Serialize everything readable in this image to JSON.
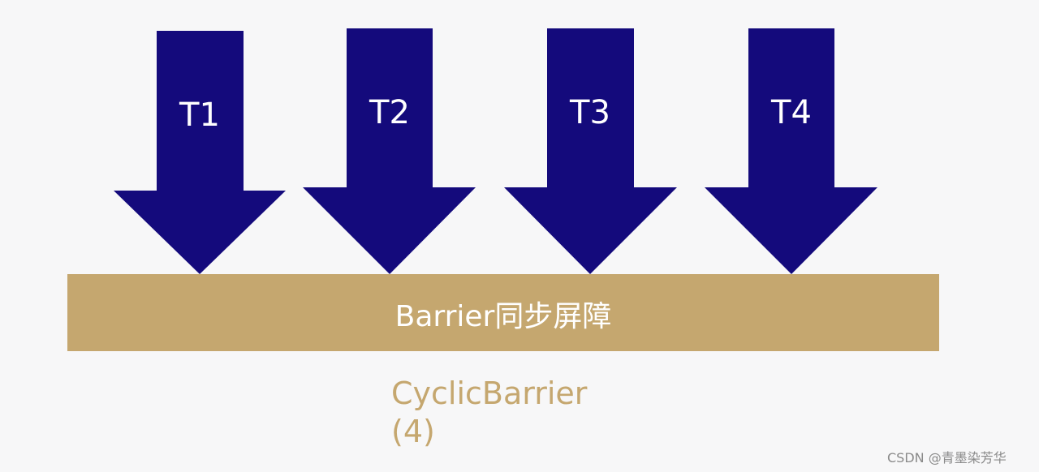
{
  "diagram": {
    "arrows": [
      {
        "label": "T1"
      },
      {
        "label": "T2"
      },
      {
        "label": "T3"
      },
      {
        "label": "T4"
      }
    ],
    "barrier_label": "Barrier同步屏障",
    "caption_line1": "CyclicBarrier",
    "caption_line2": "(4)"
  },
  "watermark": "CSDN @青墨染芳华",
  "colors": {
    "background": "#f7f7f8",
    "arrow": "#140a7c",
    "barrier": "#c5a76f",
    "caption": "#c5a76f",
    "arrow_text": "#ffffff"
  }
}
